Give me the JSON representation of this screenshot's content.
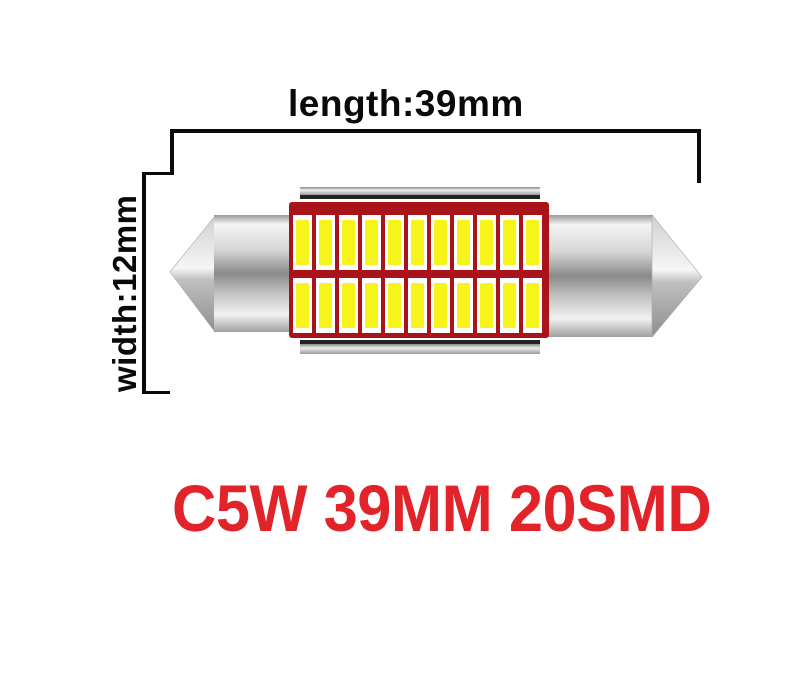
{
  "dimensions": {
    "length_label": "length:39mm",
    "width_label": "width:12mm"
  },
  "product": {
    "title": "C5W 39MM 20SMD",
    "title_color": "#e2232a"
  },
  "bulb": {
    "type": "festoon-led-bulb",
    "led_rows": 2,
    "led_columns": 11,
    "board_color": "#a8141a",
    "led_color": "#f7f41c",
    "cap_color": "#c8c8c8"
  }
}
